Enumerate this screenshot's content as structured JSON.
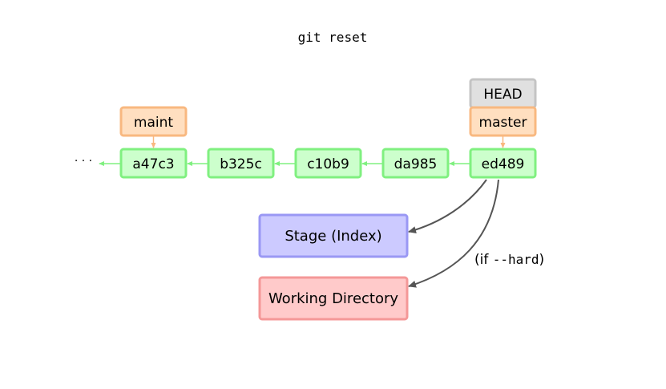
{
  "title": "git reset",
  "ellipsis": "· · ·",
  "commits": [
    "a47c3",
    "b325c",
    "c10b9",
    "da985",
    "ed489"
  ],
  "branches": {
    "maint": "maint",
    "master": "master"
  },
  "head_label": "HEAD",
  "stage_label": "Stage (Index)",
  "working_directory_label": "Working Directory",
  "hard_note": {
    "prefix": "(if ",
    "flag": "--hard",
    "suffix": ")"
  },
  "colors": {
    "commit_fill": "#ccffcc",
    "commit_stroke": "#80f080",
    "branch_fill": "#ffdfc0",
    "branch_stroke": "#f8b880",
    "head_fill": "#e0e0e0",
    "head_stroke": "#c4c4c4",
    "stage_fill": "#cccaff",
    "stage_stroke": "#9a98f4",
    "workdir_fill": "#ffcaca",
    "workdir_stroke": "#f49898",
    "arrow_dark": "#555555"
  }
}
